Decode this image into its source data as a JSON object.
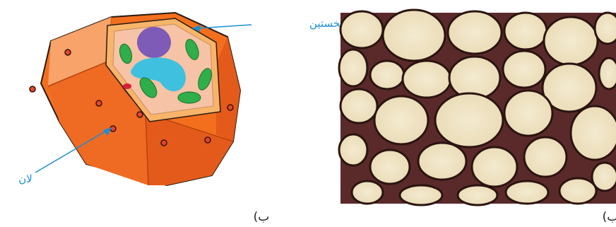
{
  "labels": {
    "primary_wall": "دیوارهٔ نخستین",
    "pit": "لان"
  },
  "panels": {
    "left_label": "ب)",
    "right_label": "ب)"
  },
  "colors": {
    "label_blue": "#1c8fd3",
    "wall_orange": "#f36f1e",
    "wall_dark": "#e0541a",
    "wall_light": "#f7a36a",
    "cytoplasm": "#f6c3a6",
    "nucleus": "#7d5bb6",
    "vacuole": "#3fc0df",
    "chloroplast": "#2fae4a"
  }
}
